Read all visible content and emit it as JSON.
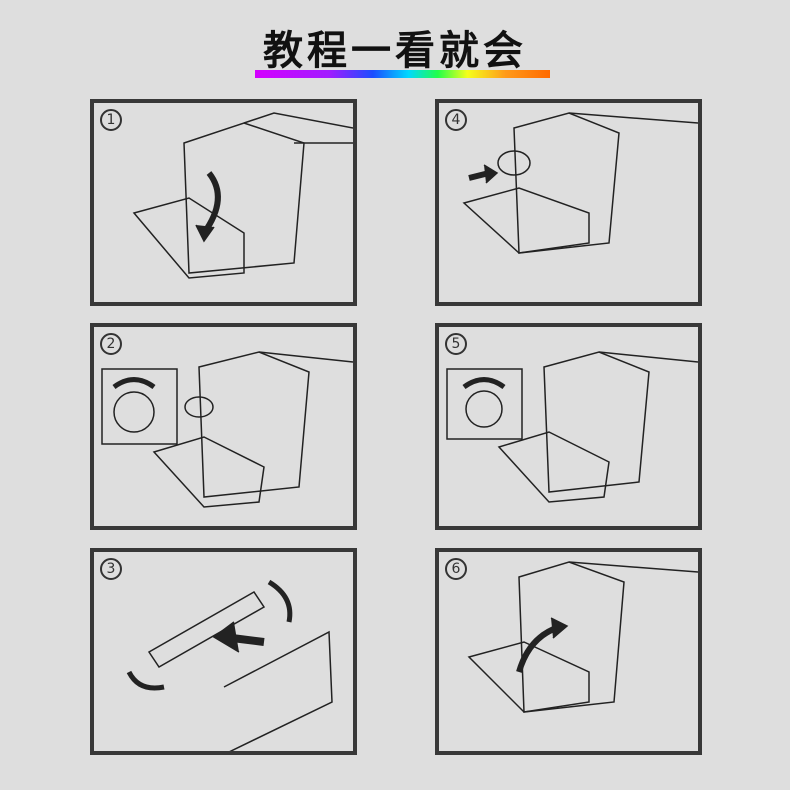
{
  "title": "教程一看就会",
  "steps": [
    {
      "number": "1"
    },
    {
      "number": "2"
    },
    {
      "number": "3"
    },
    {
      "number": "4"
    },
    {
      "number": "5"
    },
    {
      "number": "6"
    }
  ]
}
